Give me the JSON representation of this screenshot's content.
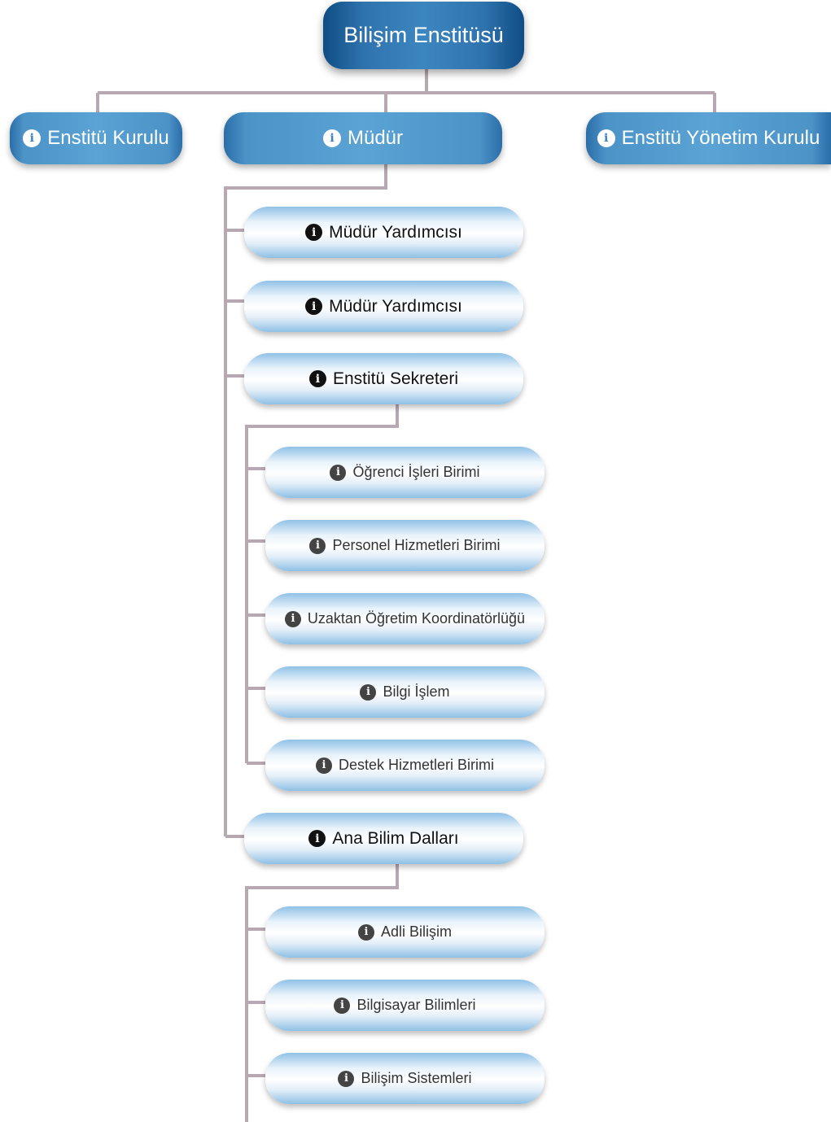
{
  "root": {
    "label": "Bilişim Enstitüsü"
  },
  "top_level": {
    "left": {
      "label": "Enstitü Kurulu",
      "icon": "info-icon"
    },
    "center": {
      "label": "Müdür",
      "icon": "info-icon"
    },
    "right": {
      "label": "Enstitü Yönetim Kurulu",
      "icon": "info-icon"
    }
  },
  "mudur_children": [
    {
      "label": "Müdür Yardımcısı",
      "icon": "info-icon"
    },
    {
      "label": "Müdür Yardımcısı",
      "icon": "info-icon"
    },
    {
      "label": "Enstitü Sekreteri",
      "icon": "info-icon"
    },
    {
      "label": "Ana Bilim Dalları",
      "icon": "info-icon"
    }
  ],
  "sekreter_children": [
    {
      "label": "Öğrenci İşleri Birimi",
      "icon": "info-icon"
    },
    {
      "label": "Personel Hizmetleri Birimi",
      "icon": "info-icon"
    },
    {
      "label": "Uzaktan Öğretim Koordinatörlüğü",
      "icon": "info-icon"
    },
    {
      "label": "Bilgi İşlem",
      "icon": "info-icon"
    },
    {
      "label": "Destek Hizmetleri Birimi",
      "icon": "info-icon"
    }
  ],
  "anabilim_children": [
    {
      "label": "Adli Bilişim",
      "icon": "info-icon"
    },
    {
      "label": "Bilgisayar Bilimleri",
      "icon": "info-icon"
    },
    {
      "label": "Bilişim Sistemleri",
      "icon": "info-icon"
    }
  ],
  "colors": {
    "connector": "#b8a8b2",
    "root_blue": "#1f5f98",
    "node_blue": "#5aa3d4",
    "text_dark": "#111111"
  }
}
